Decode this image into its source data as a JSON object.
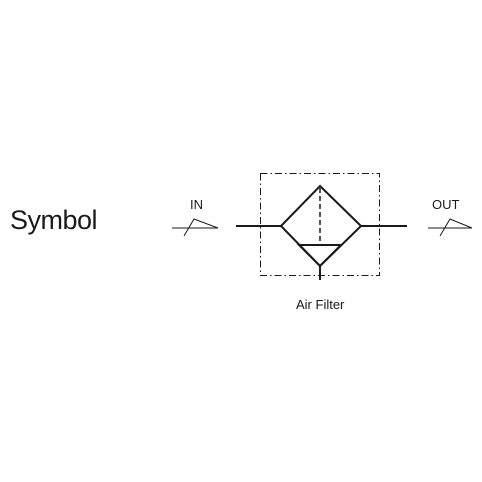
{
  "heading": "Symbol",
  "diagram": {
    "inlet_label": "IN",
    "outlet_label": "OUT",
    "component_label": "Air Filter",
    "stroke_color": "#1a1a1a"
  }
}
